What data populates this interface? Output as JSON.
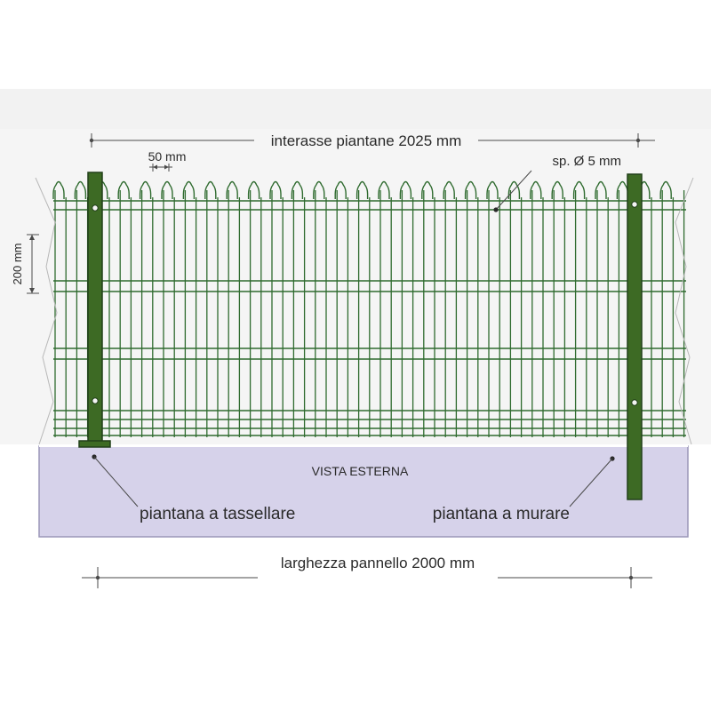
{
  "labels": {
    "post_spacing": "interasse piantane 2025 mm",
    "wire_spacing": "50 mm",
    "wire_diameter": "sp. Ø 5 mm",
    "mesh_height": "200 mm",
    "view_title": "VISTA ESTERNA",
    "bolted_post": "piantana a tassellare",
    "embedded_post": "piantana a murare",
    "panel_width": "larghezza pannello 2000 mm"
  },
  "colors": {
    "wire": "#2f6b2f",
    "post": "#3d6a24",
    "post_edge": "#22401a",
    "wall": "#d6d2ea",
    "wall_edge": "#9a96b8",
    "sky": "#eaeaea",
    "dimension": "#4a4a4a"
  }
}
